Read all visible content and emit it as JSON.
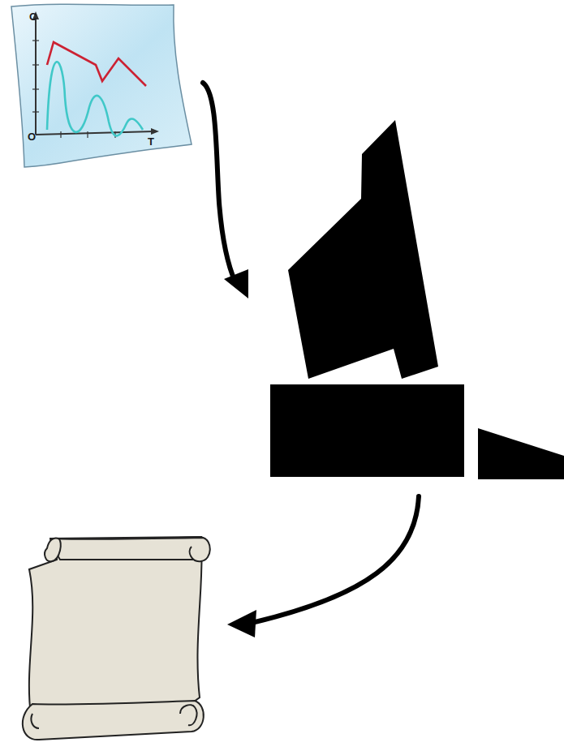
{
  "diagram": {
    "labels": [
      "C",
      "O",
      "T"
    ]
  }
}
